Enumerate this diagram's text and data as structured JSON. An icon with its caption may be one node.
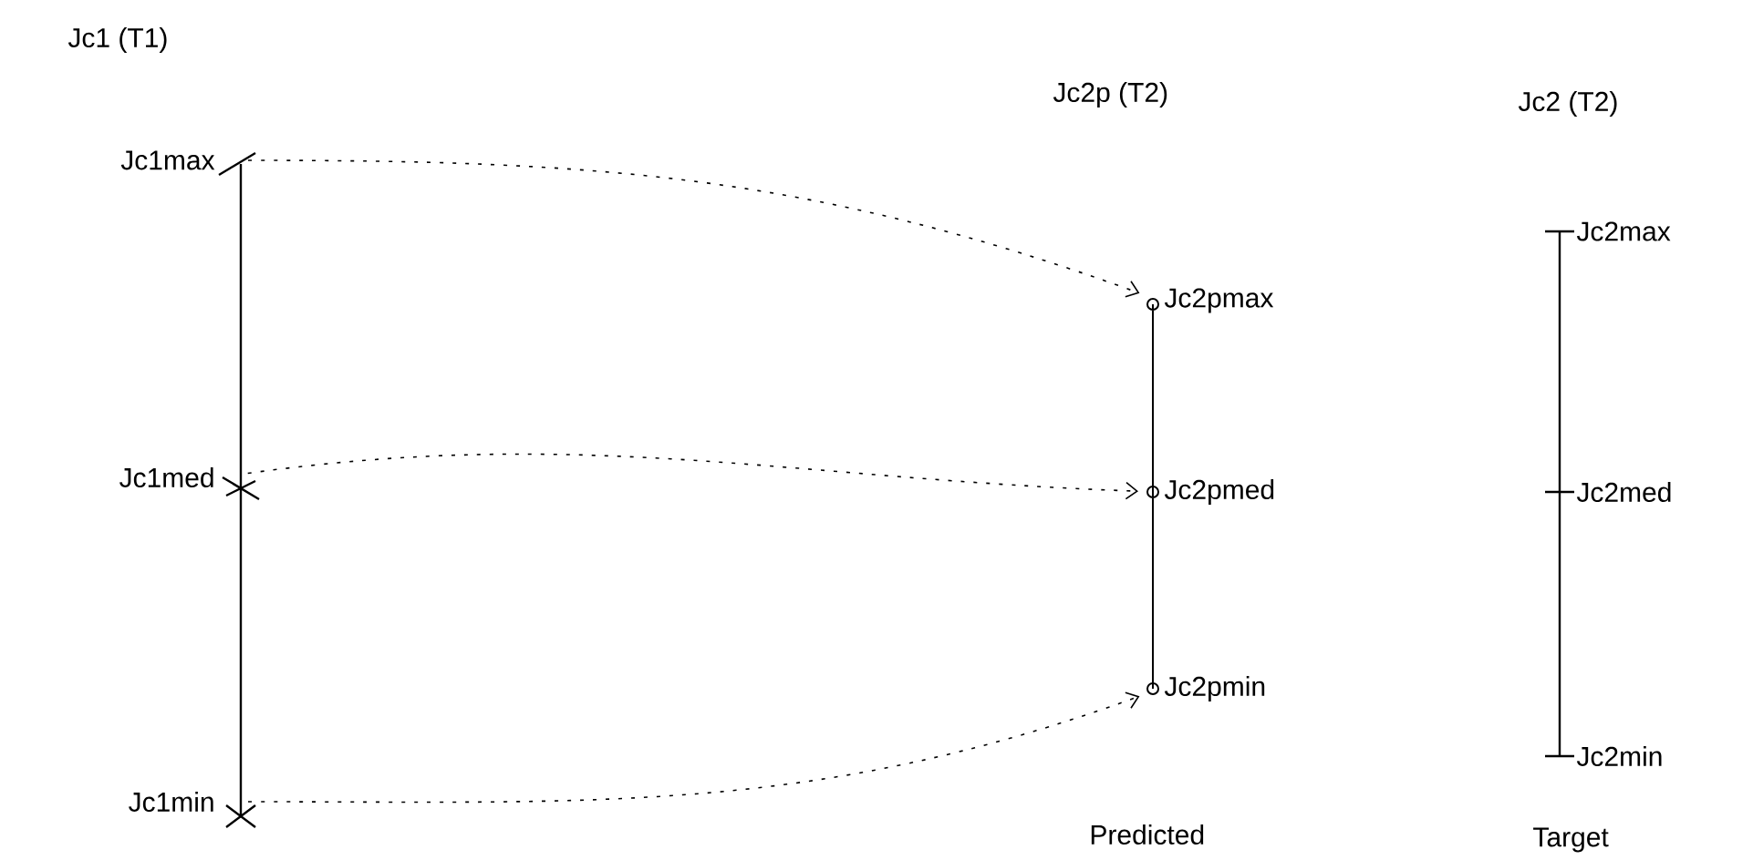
{
  "diagram": {
    "nodes": [
      {
        "text": [
          "Jc1max"
        ]
      },
      {
        "text": [
          "Jc1med"
        ]
      },
      {
        "text": [
          "Jc1min"
        ]
      },
      {
        "text": [
          "Jc2pmax"
        ]
      },
      {
        "text": [
          "Jc2pmed"
        ]
      },
      {
        "text": [
          "Jc2pmin"
        ]
      }
    ],
    "edges": [
      {
        "from": 0,
        "to": 3,
        "arrow": "to",
        "style": "dashed"
      },
      {
        "from": 1,
        "to": 4,
        "arrow": "to",
        "style": "dashed"
      },
      {
        "from": 2,
        "to": 5,
        "arrow": "to",
        "style": "dashed"
      }
    ],
    "labels": [
      "Jc1 (T1)",
      "Jc2p (T2)",
      "Jc2 (T2)",
      "Jc2max",
      "Jc2med",
      "Jc2min",
      "Predicted",
      "Target"
    ]
  }
}
